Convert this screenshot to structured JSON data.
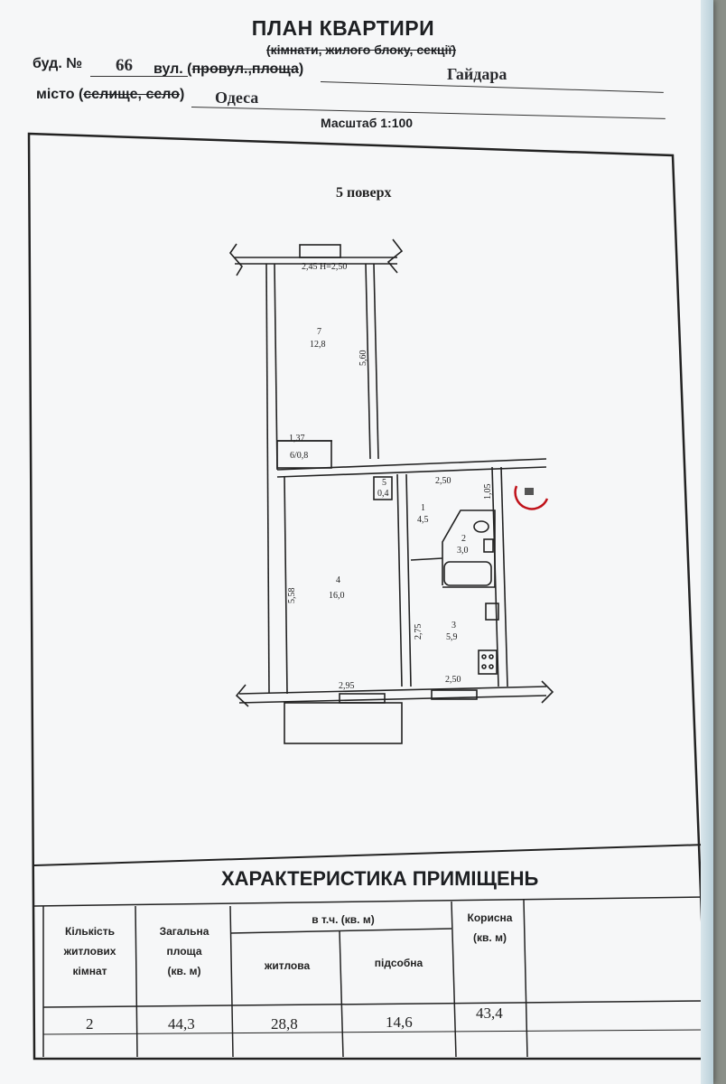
{
  "header": {
    "title": "ПЛАН КВАРТИРИ",
    "subtitle": "(кімнати, жилого блоку, секції)"
  },
  "address": {
    "building_label": "буд. №",
    "building_number": "66",
    "street_label_prefix": "вул. (",
    "street_label_struck": "провул.,площа",
    "street_label_suffix": ")",
    "street_name": "Гайдара",
    "city_label_prefix": "місто (",
    "city_label_struck": "селище, село",
    "city_label_suffix": ")",
    "city_name": "Одеса"
  },
  "scale": "Масштаб 1:100",
  "plan": {
    "floor": "5 поверх",
    "labels": {
      "top_dims": "2,45  H=2,50",
      "room7_num": "7",
      "room7_area": "12,8",
      "room7_len": "5,60",
      "balc_w": "1,37",
      "room6": "6/0,8",
      "room5_num": "5",
      "room5_area": "0,4",
      "hall_w": "2,50",
      "room1_num": "1",
      "room1_area": "4,5",
      "room2_num": "2",
      "room2_area": "3,0",
      "bath_h": "1,05",
      "room4_num": "4",
      "room4_area": "16,0",
      "room4_len": "5,58",
      "room3_num": "3",
      "room3_area": "5,9",
      "room3_h": "2,75",
      "room4_w": "2,95",
      "room3_w": "2,50"
    }
  },
  "characteristics": {
    "title": "ХАРАКТЕРИСТИКА ПРИМІЩЕНЬ",
    "headers": {
      "rooms": [
        "Кількість",
        "житлових",
        "кімнат"
      ],
      "total": [
        "Загальна",
        "площа",
        "(кв. м)"
      ],
      "incl": "в т.ч. (кв. м)",
      "living": "житлова",
      "aux": "підсобна",
      "useful": [
        "Корисна",
        "(кв. м)"
      ]
    },
    "values": {
      "rooms": "2",
      "total": "44,3",
      "living": "28,8",
      "aux": "14,6",
      "useful": "43,4"
    }
  }
}
